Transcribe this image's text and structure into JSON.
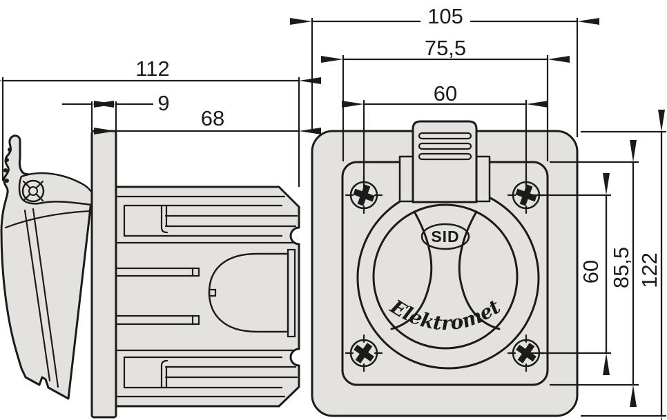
{
  "drawing": {
    "type": "technical dimensional drawing of flush-mounted industrial socket with hinged lid",
    "colors": {
      "line": "#1b1b1b",
      "fill": "#e3e2df",
      "background": "#ffffff"
    },
    "side_view": {
      "name": "side profile view",
      "dim_overall_depth": "112",
      "dim_flange_thickness": "9",
      "dim_body_depth": "68"
    },
    "front_view": {
      "name": "front face view",
      "dim_overall_width": "105",
      "dim_cover_plate_width": "75,5",
      "dim_screw_spacing_width": "60",
      "dim_screw_spacing_height": "60",
      "dim_cover_plate_height": "85,5",
      "dim_overall_height": "122",
      "logo_badge": "SID",
      "brand": "Elektromet"
    }
  }
}
